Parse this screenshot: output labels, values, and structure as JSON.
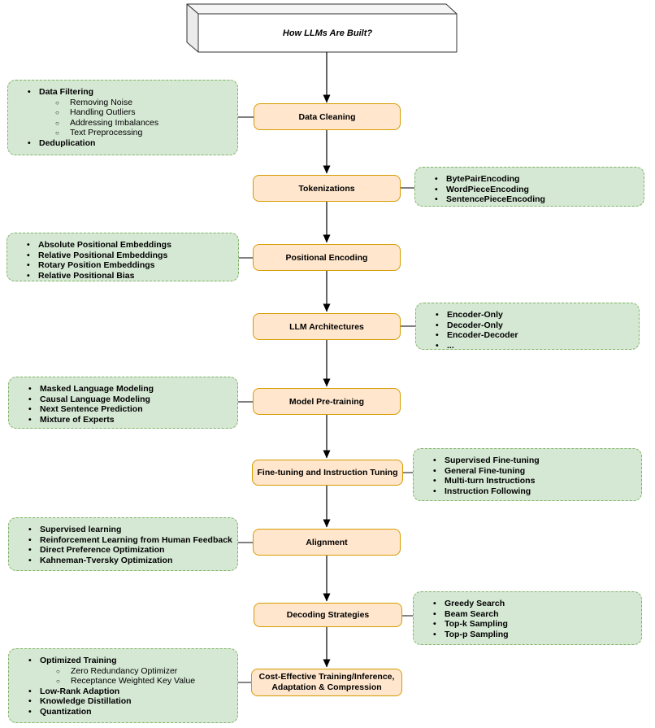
{
  "diagram_title": "How LLMs Are Built?",
  "colors": {
    "stage_fill": "#ffe6cc",
    "stage_border": "#d79b00",
    "side_fill": "#d5e8d4",
    "side_border": "#82b366",
    "arrow": "#000000"
  },
  "stages": [
    {
      "label": "Data Cleaning"
    },
    {
      "label": "Tokenizations"
    },
    {
      "label": "Positional Encoding"
    },
    {
      "label": "LLM Architectures"
    },
    {
      "label": "Model Pre-training"
    },
    {
      "label": "Fine-tuning and Instruction Tuning"
    },
    {
      "label": "Alignment"
    },
    {
      "label": "Decoding Strategies"
    },
    {
      "label": "Cost-Effective Training/Inference, Adaptation & Compression"
    }
  ],
  "side_boxes": [
    {
      "side": "left",
      "items": [
        {
          "text": "Data Filtering",
          "level": 1,
          "bold": true
        },
        {
          "text": "Removing Noise",
          "level": 2,
          "bold": false
        },
        {
          "text": "Handling Outliers",
          "level": 2,
          "bold": false
        },
        {
          "text": "Addressing Imbalances",
          "level": 2,
          "bold": false
        },
        {
          "text": "Text Preprocessing",
          "level": 2,
          "bold": false
        },
        {
          "text": "Deduplication",
          "level": 1,
          "bold": true
        }
      ]
    },
    {
      "side": "right",
      "items": [
        {
          "text": "BytePairEncoding",
          "level": 1,
          "bold": true
        },
        {
          "text": "WordPieceEncoding",
          "level": 1,
          "bold": true
        },
        {
          "text": "SentencePieceEncoding",
          "level": 1,
          "bold": true
        }
      ]
    },
    {
      "side": "left",
      "items": [
        {
          "text": "Absolute Positional Embeddings",
          "level": 1,
          "bold": true
        },
        {
          "text": "Relative Positional Embeddings",
          "level": 1,
          "bold": true
        },
        {
          "text": "Rotary Position Embeddings",
          "level": 1,
          "bold": true
        },
        {
          "text": "Relative Positional Bias",
          "level": 1,
          "bold": true
        }
      ]
    },
    {
      "side": "right",
      "items": [
        {
          "text": "Encoder-Only",
          "level": 1,
          "bold": true
        },
        {
          "text": "Decoder-Only",
          "level": 1,
          "bold": true
        },
        {
          "text": "Encoder-Decoder",
          "level": 1,
          "bold": true
        },
        {
          "text": "...",
          "level": 1,
          "bold": true
        }
      ]
    },
    {
      "side": "left",
      "items": [
        {
          "text": "Masked Language Modeling",
          "level": 1,
          "bold": true
        },
        {
          "text": "Causal Language Modeling",
          "level": 1,
          "bold": true
        },
        {
          "text": "Next Sentence Prediction",
          "level": 1,
          "bold": true
        },
        {
          "text": "Mixture of Experts",
          "level": 1,
          "bold": true
        }
      ]
    },
    {
      "side": "right",
      "items": [
        {
          "text": "Supervised Fine-tuning",
          "level": 1,
          "bold": true
        },
        {
          "text": "General Fine-tuning",
          "level": 1,
          "bold": true
        },
        {
          "text": "Multi-turn Instructions",
          "level": 1,
          "bold": true
        },
        {
          "text": "Instruction Following",
          "level": 1,
          "bold": true
        }
      ]
    },
    {
      "side": "left",
      "items": [
        {
          "text": "Supervised learning",
          "level": 1,
          "bold": true
        },
        {
          "text": "Reinforcement Learning from Human Feedback",
          "level": 1,
          "bold": true
        },
        {
          "text": "Direct Preference Optimization",
          "level": 1,
          "bold": true
        },
        {
          "text": "Kahneman-Tversky Optimization",
          "level": 1,
          "bold": true
        }
      ]
    },
    {
      "side": "right",
      "items": [
        {
          "text": "Greedy Search",
          "level": 1,
          "bold": true
        },
        {
          "text": "Beam Search",
          "level": 1,
          "bold": true
        },
        {
          "text": "Top-k Sampling",
          "level": 1,
          "bold": true
        },
        {
          "text": "Top-p Sampling",
          "level": 1,
          "bold": true
        }
      ]
    },
    {
      "side": "left",
      "items": [
        {
          "text": "Optimized Training",
          "level": 1,
          "bold": true
        },
        {
          "text": "Zero Redundancy Optimizer",
          "level": 2,
          "bold": false
        },
        {
          "text": "Receptance Weighted Key Value",
          "level": 2,
          "bold": false
        },
        {
          "text": "Low-Rank Adaption",
          "level": 1,
          "bold": true
        },
        {
          "text": "Knowledge Distillation",
          "level": 1,
          "bold": true
        },
        {
          "text": "Quantization",
          "level": 1,
          "bold": true
        }
      ]
    }
  ]
}
